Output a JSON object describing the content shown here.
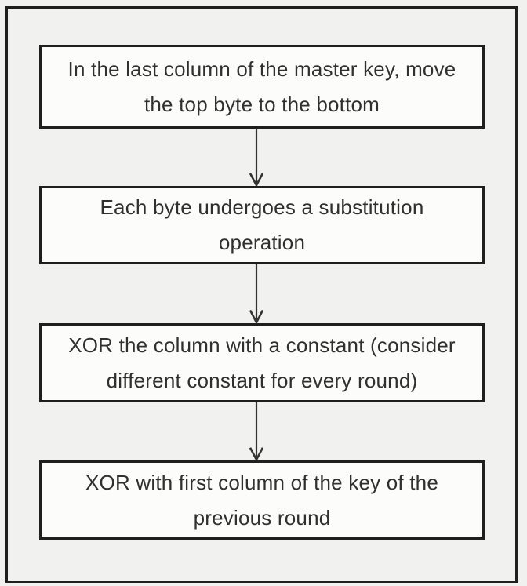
{
  "diagram": {
    "title": "key-expansion-flowchart",
    "steps": [
      {
        "lines": [
          "In the last column of the master key, move",
          "the top byte to the bottom"
        ]
      },
      {
        "lines": [
          "Each byte undergoes a substitution",
          "operation"
        ]
      },
      {
        "lines": [
          "XOR the column with a constant (consider",
          "different constant for every round)"
        ]
      },
      {
        "lines": [
          "XOR with first column of the key of the",
          "previous round"
        ]
      }
    ],
    "connectors": [
      {
        "name": "arrow-down-icon"
      },
      {
        "name": "arrow-down-icon"
      },
      {
        "name": "arrow-down-icon"
      }
    ],
    "colors": {
      "page_bg": "#f1f1ef",
      "box_bg": "#fcfcfa",
      "border": "#1f1f1f",
      "text": "#303030",
      "arrow": "#333333"
    }
  }
}
